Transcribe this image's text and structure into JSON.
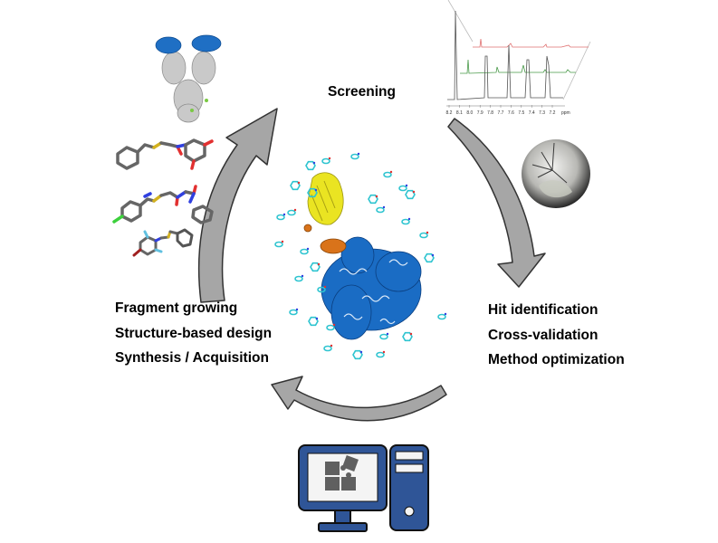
{
  "cycle": {
    "top_label": "Screening",
    "right_labels": [
      "Hit identification",
      "Cross-validation",
      "Method optimization"
    ],
    "left_labels": [
      "Fragment growing",
      "Structure-based design",
      "Synthesis / Acquisition"
    ]
  },
  "nmr_panel": {
    "x_ticks": [
      "8.2",
      "8.1",
      "8.0",
      "7.9",
      "7.8",
      "7.7",
      "7.6",
      "7.5",
      "7.4",
      "7.3",
      "7.2"
    ],
    "x_unit": "ppm",
    "trace_colors": [
      "#e07070",
      "#4a9a4a",
      "#555555"
    ]
  },
  "colors": {
    "arrow_fill": "#a6a6a6",
    "arrow_stroke": "#333333",
    "computer_blue": "#2f5597",
    "puzzle_gray": "#606060",
    "protein_blue": "#1565c0",
    "protein_yellow": "#e8e020",
    "protein_orange": "#d9731a",
    "fragment_cyan": "#2ec4d0"
  },
  "icons": {
    "center": "protein-fragment-complex-icon",
    "top_left": "antibody-structure-icon",
    "ligands": "ligand-molecules-icon",
    "crystal": "crystal-drop-icon",
    "computer": "computer-puzzle-icon"
  }
}
